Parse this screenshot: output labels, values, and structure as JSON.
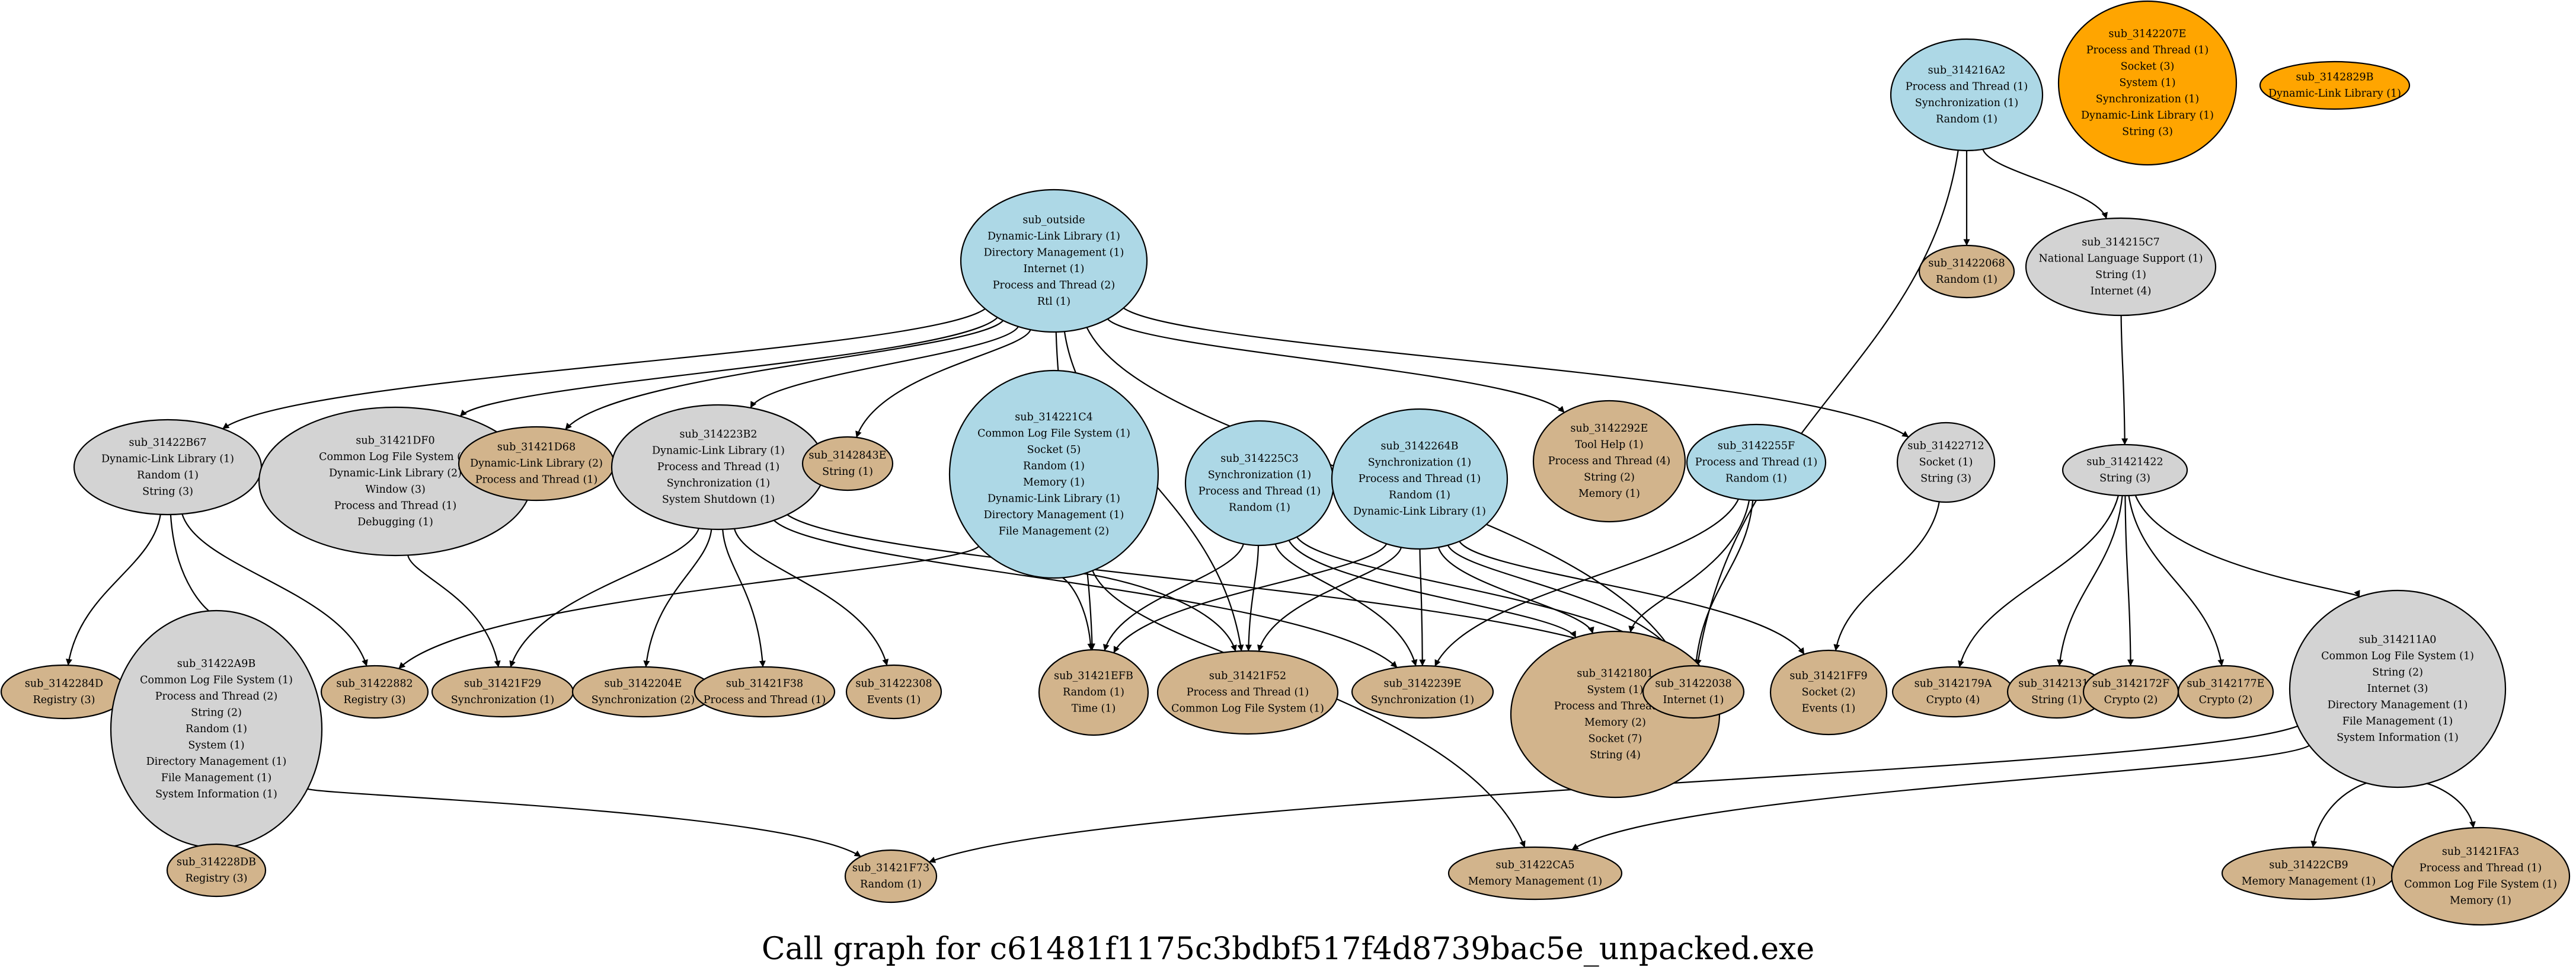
{
  "caption": "Call graph for c61481f1175c3bdbf517f4d8739bac5e_unpacked.exe",
  "colors": {
    "blue": "#add8e6",
    "gray": "#d3d3d3",
    "tan": "#d2b48c",
    "orange": "#ffa500",
    "edge": "#000000"
  },
  "nodes": [
    {
      "id": "sub_outside",
      "fill": "blue",
      "lines": [
        "sub_outside",
        "Dynamic-Link Library (1)",
        "Directory Management (1)",
        "Internet (1)",
        "Process and Thread (2)",
        "Rtl (1)"
      ]
    },
    {
      "id": "sub_314216A2",
      "fill": "blue",
      "lines": [
        "sub_314216A2",
        "Process and Thread (1)",
        "Synchronization (1)",
        "Random (1)"
      ]
    },
    {
      "id": "sub_3142207E",
      "fill": "orange",
      "lines": [
        "sub_3142207E",
        "Process and Thread (1)",
        "Socket (3)",
        "System (1)",
        "Synchronization (1)",
        "Dynamic-Link Library (1)",
        "String (3)"
      ]
    },
    {
      "id": "sub_3142829B",
      "fill": "orange",
      "lines": [
        "sub_3142829B",
        "Dynamic-Link Library (1)"
      ]
    },
    {
      "id": "sub_31422068",
      "fill": "tan",
      "lines": [
        "sub_31422068",
        "Random (1)"
      ]
    },
    {
      "id": "sub_314215C7",
      "fill": "gray",
      "lines": [
        "sub_314215C7",
        "National Language Support (1)",
        "String (1)",
        "Internet (4)"
      ]
    },
    {
      "id": "sub_31422B67",
      "fill": "gray",
      "lines": [
        "sub_31422B67",
        "Dynamic-Link Library (1)",
        "Random (1)",
        "String (3)"
      ]
    },
    {
      "id": "sub_31421DF0",
      "fill": "gray",
      "lines": [
        "sub_31421DF0",
        "Common Log File System (1)",
        "Dynamic-Link Library (2)",
        "Window (3)",
        "Process and Thread (1)",
        "Debugging (1)"
      ]
    },
    {
      "id": "sub_31421D68",
      "fill": "tan",
      "lines": [
        "sub_31421D68",
        "Dynamic-Link Library (2)",
        "Process and Thread (1)"
      ]
    },
    {
      "id": "sub_314223B2",
      "fill": "gray",
      "lines": [
        "sub_314223B2",
        "Dynamic-Link Library (1)",
        "Process and Thread (1)",
        "Synchronization (1)",
        "System Shutdown (1)"
      ]
    },
    {
      "id": "sub_3142843E",
      "fill": "tan",
      "lines": [
        "sub_3142843E",
        "String (1)"
      ]
    },
    {
      "id": "sub_314221C4",
      "fill": "blue",
      "lines": [
        "sub_314221C4",
        "Common Log File System (1)",
        "Socket (5)",
        "Random (1)",
        "Memory (1)",
        "Dynamic-Link Library (1)",
        "Directory Management (1)",
        "File Management (2)"
      ]
    },
    {
      "id": "sub_314225C3",
      "fill": "blue",
      "lines": [
        "sub_314225C3",
        "Synchronization (1)",
        "Process and Thread (1)",
        "Random (1)"
      ]
    },
    {
      "id": "sub_3142264B",
      "fill": "blue",
      "lines": [
        "sub_3142264B",
        "Synchronization (1)",
        "Process and Thread (1)",
        "Random (1)",
        "Dynamic-Link Library (1)"
      ]
    },
    {
      "id": "sub_3142292E",
      "fill": "tan",
      "lines": [
        "sub_3142292E",
        "Tool Help (1)",
        "Process and Thread (4)",
        "String (2)",
        "Memory (1)"
      ]
    },
    {
      "id": "sub_3142255F",
      "fill": "blue",
      "lines": [
        "sub_3142255F",
        "Process and Thread (1)",
        "Random (1)"
      ]
    },
    {
      "id": "sub_31422712",
      "fill": "gray",
      "lines": [
        "sub_31422712",
        "Socket (1)",
        "String (3)"
      ]
    },
    {
      "id": "sub_31421422",
      "fill": "gray",
      "lines": [
        "sub_31421422",
        "String (3)"
      ]
    },
    {
      "id": "sub_3142284D",
      "fill": "tan",
      "lines": [
        "sub_3142284D",
        "Registry (3)"
      ]
    },
    {
      "id": "sub_31422A9B",
      "fill": "gray",
      "lines": [
        "sub_31422A9B",
        "Common Log File System (1)",
        "Process and Thread (2)",
        "String (2)",
        "Random (1)",
        "System (1)",
        "Directory Management (1)",
        "File Management (1)",
        "System Information (1)"
      ]
    },
    {
      "id": "sub_31422882",
      "fill": "tan",
      "lines": [
        "sub_31422882",
        "Registry (3)"
      ]
    },
    {
      "id": "sub_31421F29",
      "fill": "tan",
      "lines": [
        "sub_31421F29",
        "Synchronization (1)"
      ]
    },
    {
      "id": "sub_3142204E",
      "fill": "tan",
      "lines": [
        "sub_3142204E",
        "Synchronization (2)"
      ]
    },
    {
      "id": "sub_31421F38",
      "fill": "tan",
      "lines": [
        "sub_31421F38",
        "Process and Thread (1)"
      ]
    },
    {
      "id": "sub_31422308",
      "fill": "tan",
      "lines": [
        "sub_31422308",
        "Events (1)"
      ]
    },
    {
      "id": "sub_31421EFB",
      "fill": "tan",
      "lines": [
        "sub_31421EFB",
        "Random (1)",
        "Time (1)"
      ]
    },
    {
      "id": "sub_31421F52",
      "fill": "tan",
      "lines": [
        "sub_31421F52",
        "Process and Thread (1)",
        "Common Log File System (1)"
      ]
    },
    {
      "id": "sub_3142239E",
      "fill": "tan",
      "lines": [
        "sub_3142239E",
        "Synchronization (1)"
      ]
    },
    {
      "id": "sub_31421801",
      "fill": "tan",
      "lines": [
        "sub_31421801",
        "System (1)",
        "Process and Thread (1)",
        "Memory (2)",
        "Socket (7)",
        "String (4)"
      ]
    },
    {
      "id": "sub_31422038",
      "fill": "tan",
      "lines": [
        "sub_31422038",
        "Internet (1)"
      ]
    },
    {
      "id": "sub_31421FF9",
      "fill": "tan",
      "lines": [
        "sub_31421FF9",
        "Socket (2)",
        "Events (1)"
      ]
    },
    {
      "id": "sub_3142179A",
      "fill": "tan",
      "lines": [
        "sub_3142179A",
        "Crypto (4)"
      ]
    },
    {
      "id": "sub_31421316",
      "fill": "tan",
      "lines": [
        "sub_31421316",
        "String (1)"
      ]
    },
    {
      "id": "sub_3142172F",
      "fill": "tan",
      "lines": [
        "sub_3142172F",
        "Crypto (2)"
      ]
    },
    {
      "id": "sub_3142177E",
      "fill": "tan",
      "lines": [
        "sub_3142177E",
        "Crypto (2)"
      ]
    },
    {
      "id": "sub_314211A0",
      "fill": "gray",
      "lines": [
        "sub_314211A0",
        "Common Log File System (1)",
        "String (2)",
        "Internet (3)",
        "Directory Management (1)",
        "File Management (1)",
        "System Information (1)"
      ]
    },
    {
      "id": "sub_314228DB",
      "fill": "tan",
      "lines": [
        "sub_314228DB",
        "Registry (3)"
      ]
    },
    {
      "id": "sub_31421F73",
      "fill": "tan",
      "lines": [
        "sub_31421F73",
        "Random (1)"
      ]
    },
    {
      "id": "sub_31422CA5",
      "fill": "tan",
      "lines": [
        "sub_31422CA5",
        "Memory Management (1)"
      ]
    },
    {
      "id": "sub_31422CB9",
      "fill": "tan",
      "lines": [
        "sub_31422CB9",
        "Memory Management (1)"
      ]
    },
    {
      "id": "sub_31421FA3",
      "fill": "tan",
      "lines": [
        "sub_31421FA3",
        "Process and Thread (1)",
        "Common Log File System (1)",
        "Memory (1)"
      ]
    }
  ],
  "edges": [
    [
      "sub_outside",
      "sub_31422B67"
    ],
    [
      "sub_outside",
      "sub_31421DF0"
    ],
    [
      "sub_outside",
      "sub_31421D68"
    ],
    [
      "sub_outside",
      "sub_314223B2"
    ],
    [
      "sub_outside",
      "sub_3142843E"
    ],
    [
      "sub_outside",
      "sub_31421EFB"
    ],
    [
      "sub_outside",
      "sub_31421F52"
    ],
    [
      "sub_outside",
      "sub_3142292E"
    ],
    [
      "sub_outside",
      "sub_31422712"
    ],
    [
      "sub_outside",
      "sub_31422038"
    ],
    [
      "sub_314216A2",
      "sub_31422068"
    ],
    [
      "sub_314216A2",
      "sub_314215C7"
    ],
    [
      "sub_314216A2",
      "sub_31422038"
    ],
    [
      "sub_314215C7",
      "sub_31421422"
    ],
    [
      "sub_31422B67",
      "sub_3142284D"
    ],
    [
      "sub_31422B67",
      "sub_31422A9B"
    ],
    [
      "sub_31422B67",
      "sub_31422882"
    ],
    [
      "sub_31421DF0",
      "sub_31421F29"
    ],
    [
      "sub_314223B2",
      "sub_31421F29"
    ],
    [
      "sub_314223B2",
      "sub_3142204E"
    ],
    [
      "sub_314223B2",
      "sub_31421F38"
    ],
    [
      "sub_314223B2",
      "sub_31422308"
    ],
    [
      "sub_314223B2",
      "sub_3142239E"
    ],
    [
      "sub_314223B2",
      "sub_31422038"
    ],
    [
      "sub_314221C4",
      "sub_31422882"
    ],
    [
      "sub_314221C4",
      "sub_31421EFB"
    ],
    [
      "sub_314221C4",
      "sub_31421F52"
    ],
    [
      "sub_314221C4",
      "sub_31422CA5"
    ],
    [
      "sub_314225C3",
      "sub_31421EFB"
    ],
    [
      "sub_314225C3",
      "sub_31421F52"
    ],
    [
      "sub_314225C3",
      "sub_3142239E"
    ],
    [
      "sub_314225C3",
      "sub_31421801"
    ],
    [
      "sub_314225C3",
      "sub_31422038"
    ],
    [
      "sub_3142264B",
      "sub_31421EFB"
    ],
    [
      "sub_3142264B",
      "sub_31421F52"
    ],
    [
      "sub_3142264B",
      "sub_3142239E"
    ],
    [
      "sub_3142264B",
      "sub_31421801"
    ],
    [
      "sub_3142264B",
      "sub_31422038"
    ],
    [
      "sub_3142264B",
      "sub_31421FF9"
    ],
    [
      "sub_3142255F",
      "sub_3142239E"
    ],
    [
      "sub_3142255F",
      "sub_31421801"
    ],
    [
      "sub_3142255F",
      "sub_31422038"
    ],
    [
      "sub_31422712",
      "sub_31421FF9"
    ],
    [
      "sub_31421422",
      "sub_3142179A"
    ],
    [
      "sub_31421422",
      "sub_31421316"
    ],
    [
      "sub_31421422",
      "sub_3142172F"
    ],
    [
      "sub_31421422",
      "sub_3142177E"
    ],
    [
      "sub_31421422",
      "sub_314211A0"
    ],
    [
      "sub_31422A9B",
      "sub_314228DB"
    ],
    [
      "sub_31422A9B",
      "sub_31421F73"
    ],
    [
      "sub_314211A0",
      "sub_31421F73"
    ],
    [
      "sub_314211A0",
      "sub_31422CA5"
    ],
    [
      "sub_314211A0",
      "sub_31422CB9"
    ],
    [
      "sub_314211A0",
      "sub_31421FA3"
    ]
  ]
}
